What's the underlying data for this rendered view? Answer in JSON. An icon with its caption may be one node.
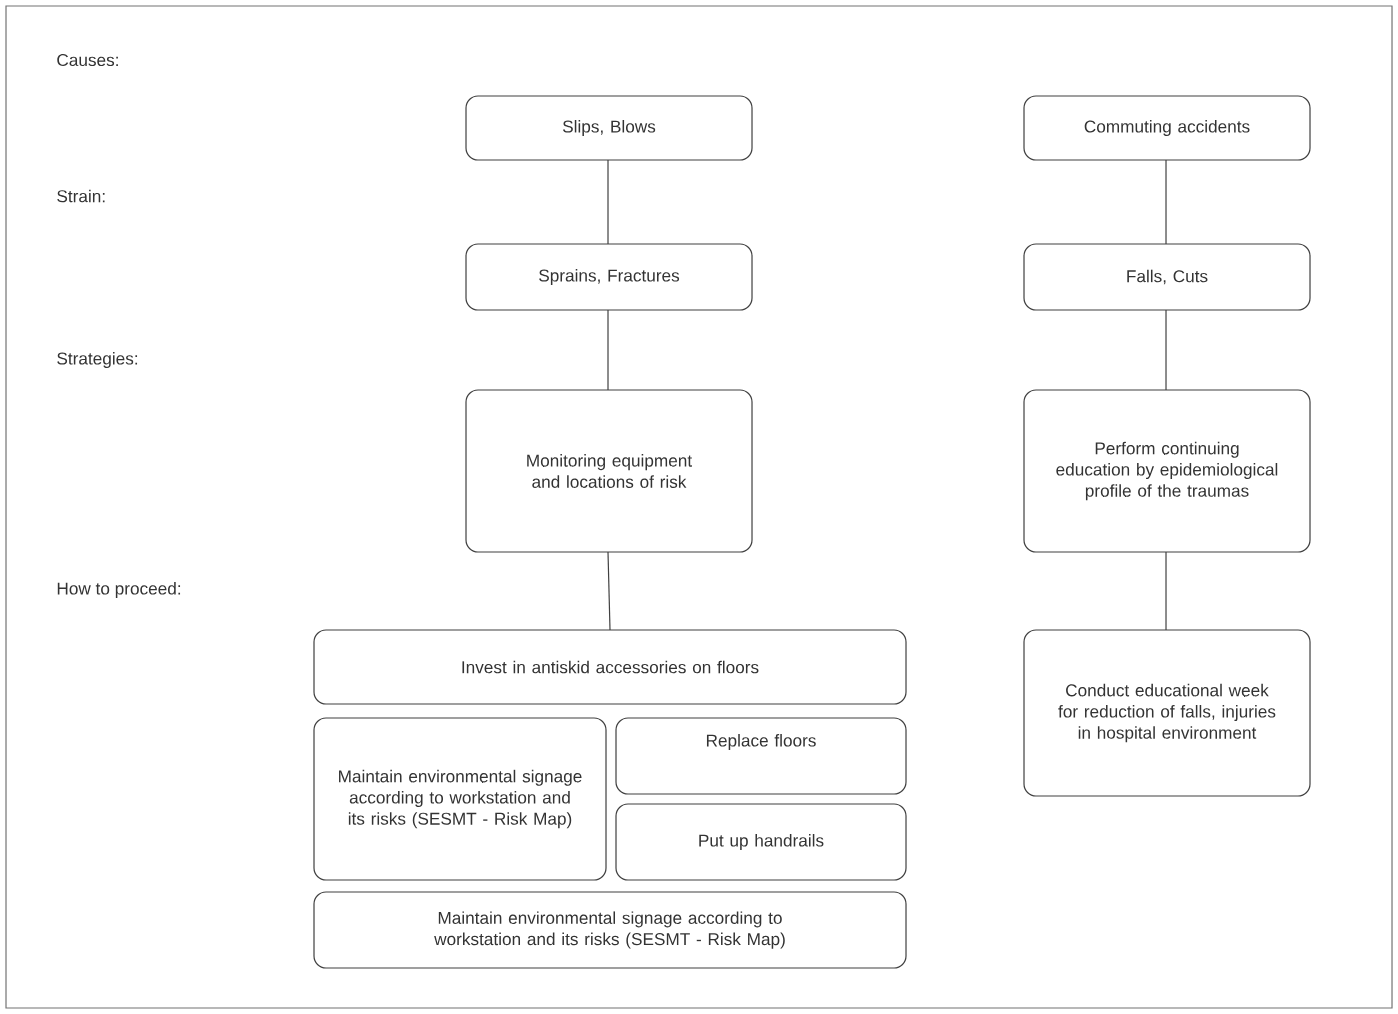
{
  "diagram": {
    "nodes": [
      {
        "text": [
          "Slips, Blows"
        ]
      },
      {
        "text": [
          "Commuting accidents"
        ]
      },
      {
        "text": [
          "Sprains, Fractures"
        ]
      },
      {
        "text": [
          "Falls, Cuts"
        ]
      },
      {
        "text": [
          "Monitoring equipment and locations of risk"
        ]
      },
      {
        "text": [
          "Perform continuing education by epidemiological profile of the traumas"
        ]
      },
      {
        "text": [
          "Invest in antiskid accessories on floors"
        ]
      },
      {
        "text": [
          "Maintain environmental signage according to workstation and its risks (SESMT - Risk Map)"
        ]
      },
      {
        "text": [
          "Replace floors"
        ]
      },
      {
        "text": [
          "Put up handrails"
        ]
      },
      {
        "text": [
          "Maintain environmental signage according to workstation and its risks (SESMT - Risk Map)"
        ]
      },
      {
        "text": [
          "Conduct educational week for reduction of falls, injuries in hospital environment"
        ]
      }
    ],
    "edges": [
      {
        "from": 0,
        "to": 2,
        "arrow": "none"
      },
      {
        "from": 2,
        "to": 4,
        "arrow": "none"
      },
      {
        "from": 4,
        "to": 6,
        "arrow": "none"
      },
      {
        "from": 1,
        "to": 3,
        "arrow": "none"
      },
      {
        "from": 3,
        "to": 5,
        "arrow": "none"
      },
      {
        "from": 5,
        "to": 11,
        "arrow": "none"
      }
    ],
    "labels": [
      "Causes:",
      "Strain:",
      "Strategies:",
      "How to proceed:"
    ]
  }
}
